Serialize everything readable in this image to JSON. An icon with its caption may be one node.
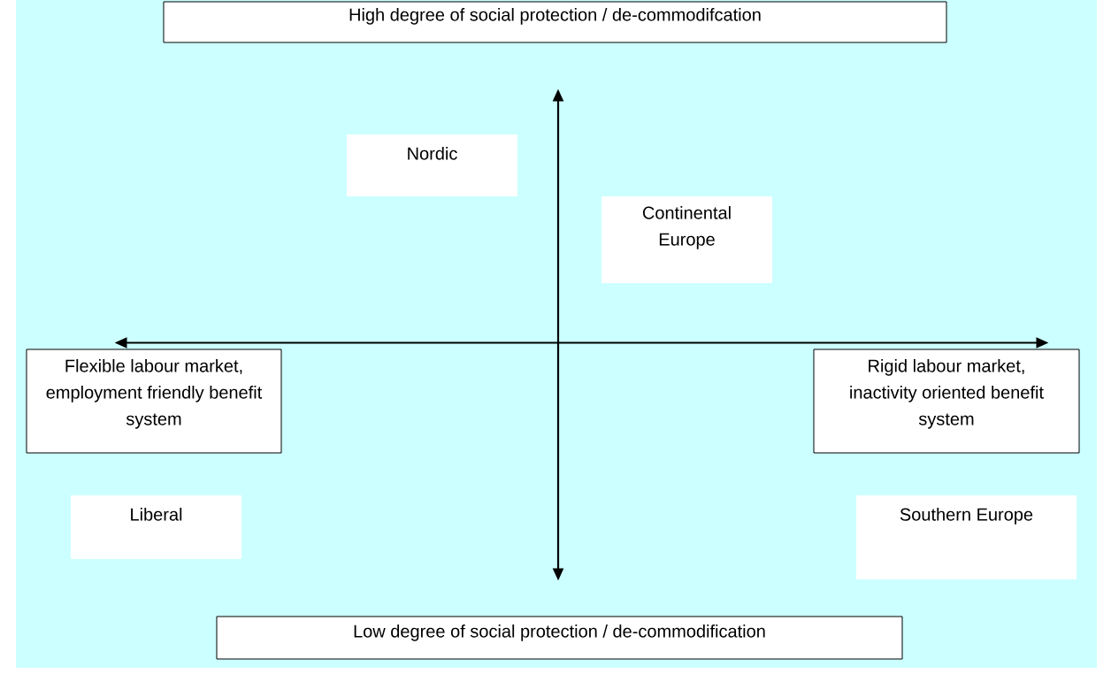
{
  "diagram": {
    "nodes": [
      {
        "text": [
          "High degree of social protection / de-commodifcation"
        ]
      },
      {
        "text": [
          "Nordic"
        ]
      },
      {
        "text": [
          "Continental Europe"
        ]
      },
      {
        "text": [
          "Flexible labour market, employment friendly benefit system"
        ]
      },
      {
        "text": [
          "Rigid labour market, inactivity oriented benefit system"
        ]
      },
      {
        "text": [
          "Liberal"
        ]
      },
      {
        "text": [
          "Southern Europe"
        ]
      },
      {
        "text": [
          "Low degree of social protection / de-commodification"
        ]
      }
    ],
    "edges": [
      {
        "from": 0,
        "to": 7,
        "arrow": "both"
      },
      {
        "from": 3,
        "to": 4,
        "arrow": "both"
      }
    ]
  }
}
